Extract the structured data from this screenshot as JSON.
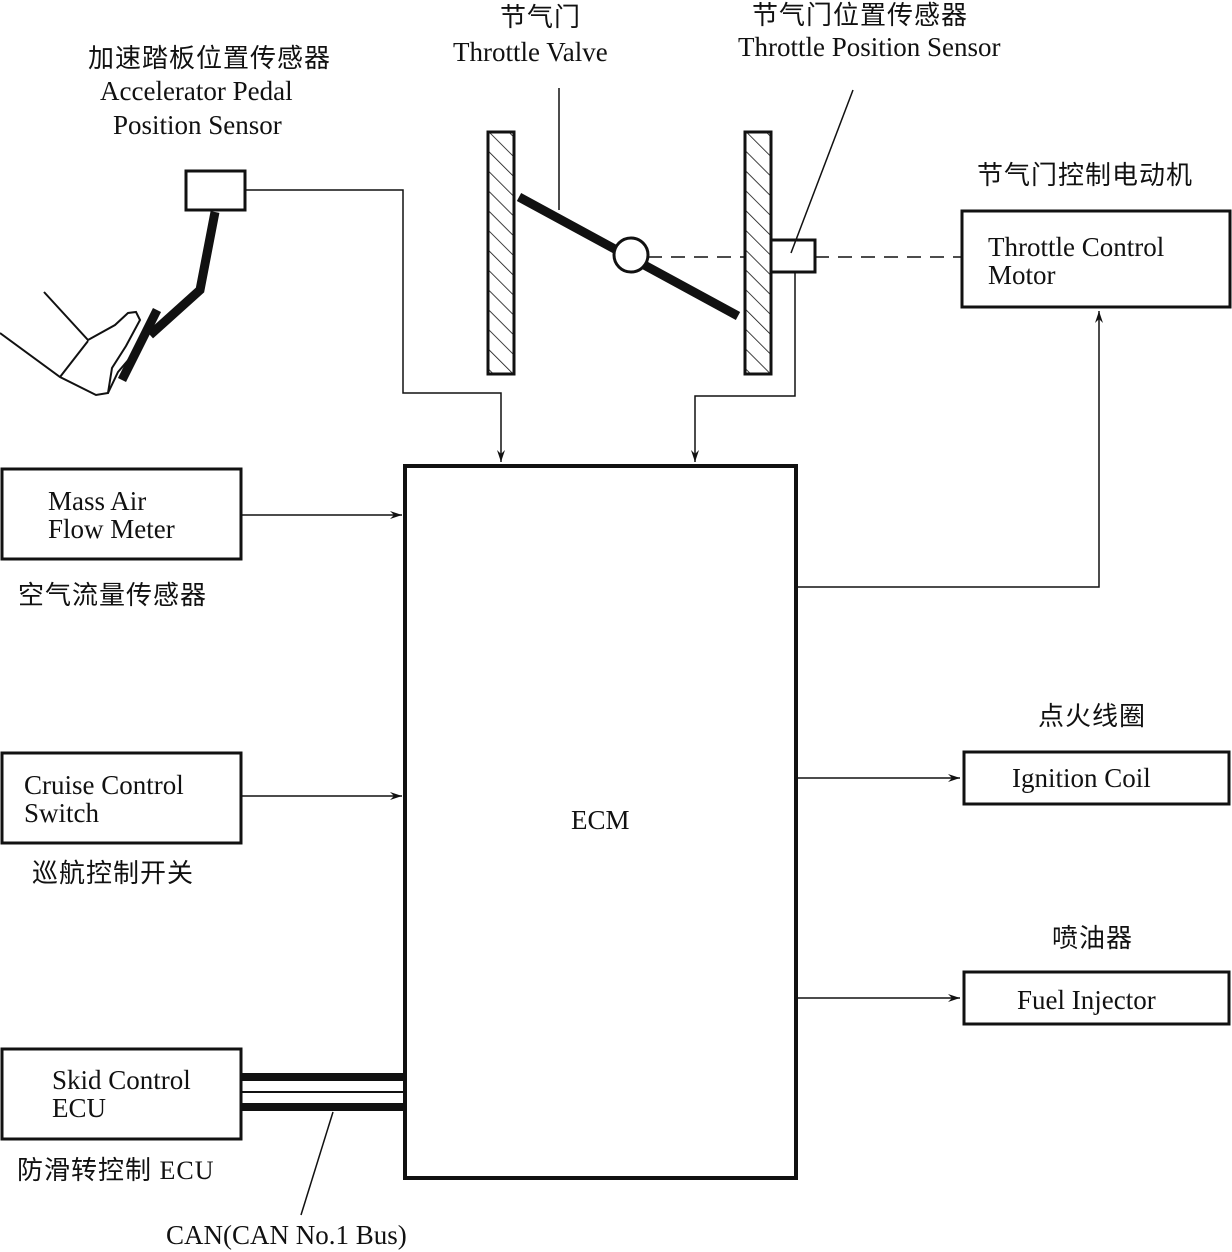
{
  "diagram": {
    "title": "Electronic Throttle Control System Block Diagram",
    "ecm": {
      "label": "ECM"
    },
    "inputs": {
      "accelerator_pedal_sensor": {
        "cn": "加速踏板位置传感器",
        "en_line1": "Accelerator  Pedal",
        "en_line2": "Position Sensor"
      },
      "throttle_valve": {
        "cn": "节气门",
        "en": "Throttle Valve"
      },
      "throttle_position_sensor": {
        "cn": "节气门位置传感器",
        "en": "Throttle Position Sensor"
      },
      "mass_air_flow_meter": {
        "en_line1": "Mass Air",
        "en_line2": "Flow Meter",
        "cn": "空气流量传感器"
      },
      "cruise_control_switch": {
        "en_line1": "Cruise Control",
        "en_line2": "Switch",
        "cn": "巡航控制开关"
      },
      "skid_control_ecu": {
        "en_line1": "Skid Control",
        "en_line2": "ECU",
        "cn": "防滑转控制 ECU"
      },
      "can_bus": {
        "label": "CAN(CAN No.1 Bus)"
      }
    },
    "outputs": {
      "throttle_control_motor": {
        "cn": "节气门控制电动机",
        "en_line1": "Throttle Control",
        "en_line2": "Motor"
      },
      "ignition_coil": {
        "cn": "点火线圈",
        "en": "Ignition Coil"
      },
      "fuel_injector": {
        "cn": "喷油器",
        "en": "Fuel Injector"
      }
    },
    "colors": {
      "line": "#111111",
      "background": "#ffffff"
    }
  }
}
